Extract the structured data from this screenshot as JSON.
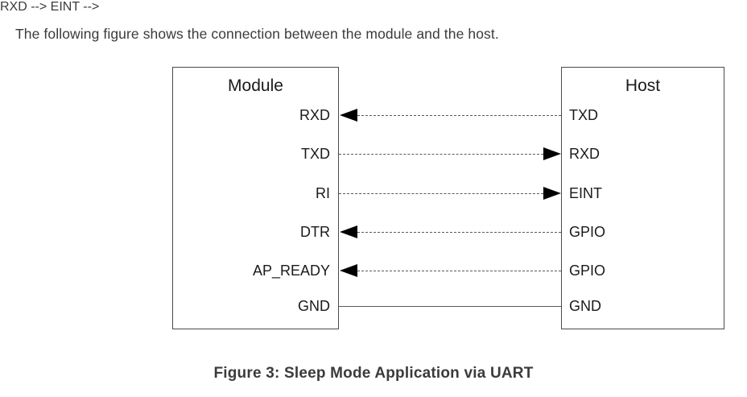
{
  "intro": {
    "text": "The following figure shows the connection between the module and the host."
  },
  "figure": {
    "left_box": {
      "title": "Module"
    },
    "right_box": {
      "title": "Host"
    },
    "connections": [
      {
        "left_pin": "RXD",
        "right_pin": "TXD",
        "line": "dashed",
        "direction": "right-to-left"
      },
      {
        "left_pin": "TXD",
        "right_pin": "RXD",
        "line": "dashed",
        "direction": "left-to-right"
      },
      {
        "left_pin": "RI",
        "right_pin": "EINT",
        "line": "dashed",
        "direction": "left-to-right"
      },
      {
        "left_pin": "DTR",
        "right_pin": "GPIO",
        "line": "dashed",
        "direction": "right-to-left"
      },
      {
        "left_pin": "AP_READY",
        "right_pin": "GPIO",
        "line": "dashed",
        "direction": "right-to-left"
      },
      {
        "left_pin": "GND",
        "right_pin": "GND",
        "line": "solid",
        "direction": "none"
      }
    ]
  },
  "caption": {
    "text": "Figure 3: Sleep Mode Application via UART"
  },
  "colors": {
    "text": "#3b3b3d",
    "diagram_text": "#1a1a1a",
    "box_border": "#4a4a4a",
    "wire": "#5a5a5a",
    "arrow": "#000000",
    "background": "#ffffff"
  }
}
